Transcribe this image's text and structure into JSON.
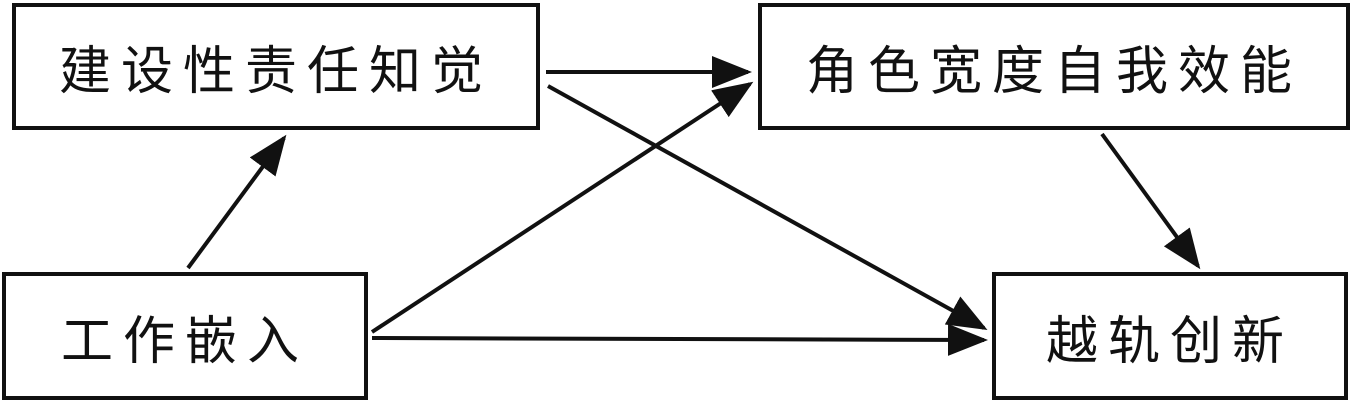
{
  "nodes": {
    "responsibility": {
      "label": "建设性责任知觉"
    },
    "efficacy": {
      "label": "角色宽度自我效能"
    },
    "embeddedness": {
      "label": "工作嵌入"
    },
    "innovation": {
      "label": "越轨创新"
    }
  },
  "edges": [
    {
      "from": "embeddedness",
      "to": "responsibility"
    },
    {
      "from": "responsibility",
      "to": "efficacy"
    },
    {
      "from": "responsibility",
      "to": "innovation"
    },
    {
      "from": "embeddedness",
      "to": "efficacy"
    },
    {
      "from": "embeddedness",
      "to": "innovation"
    },
    {
      "from": "efficacy",
      "to": "innovation"
    }
  ],
  "colors": {
    "line": "#111111",
    "box_border": "#111111",
    "background": "#ffffff"
  }
}
